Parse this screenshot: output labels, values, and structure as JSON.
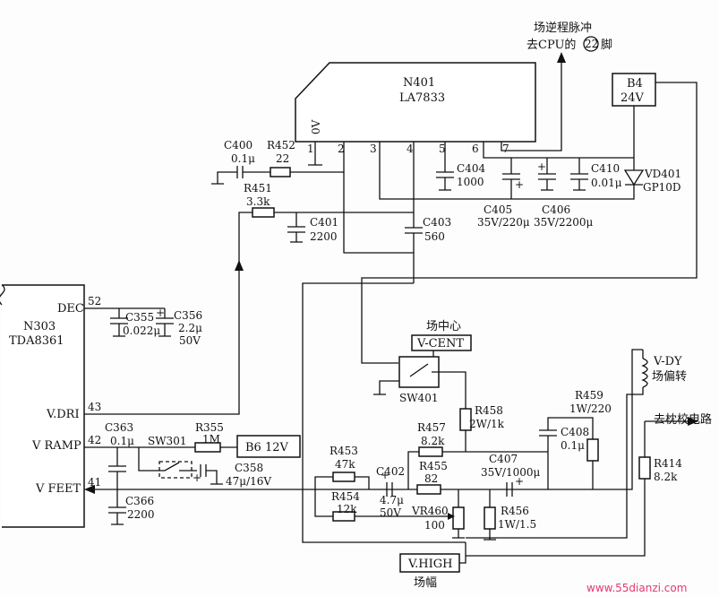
{
  "ic_n401": {
    "ref": "N401",
    "part": "LA7833",
    "pin_0v": "0V",
    "pins": [
      "1",
      "2",
      "3",
      "4",
      "5",
      "6",
      "7"
    ]
  },
  "ic_n303": {
    "ref": "N303",
    "part": "TDA8361",
    "pins": {
      "dec": "DEC",
      "dec_num": "52",
      "vdri": "V.DRI",
      "vdri_num": "43",
      "vramp": "V RAMP",
      "vramp_num": "42",
      "vfeet": "V FEET",
      "vfeet_num": "41"
    }
  },
  "top_note": {
    "line1": "场逆程脉冲",
    "line2": "去CPU的",
    "pin": "22",
    "line2_tail": "脚"
  },
  "b4": {
    "ref": "B4",
    "val": "24V"
  },
  "b6": {
    "text": "B6 12V"
  },
  "vd401": {
    "ref": "VD401",
    "part": "GP10D"
  },
  "c400": {
    "ref": "C400",
    "val": "0.1μ"
  },
  "r452": {
    "ref": "R452",
    "val": "22"
  },
  "r451": {
    "ref": "R451",
    "val": "3.3k"
  },
  "c401": {
    "ref": "C401",
    "val": "2200"
  },
  "c403": {
    "ref": "C403",
    "val": "560"
  },
  "c404": {
    "ref": "C404",
    "val": "1000"
  },
  "c405": {
    "ref": "C405",
    "val": "35V/220μ"
  },
  "c406": {
    "ref": "C406",
    "val": "35V/2200μ"
  },
  "c410": {
    "ref": "C410",
    "val": "0.01μ"
  },
  "c355": {
    "ref": "C355",
    "val": "0.022μ"
  },
  "c356": {
    "ref": "C356",
    "val1": "2.2μ",
    "val2": "50V"
  },
  "vcent": {
    "cn": "场中心",
    "en": "V-CENT"
  },
  "sw401": {
    "ref": "SW401"
  },
  "r458": {
    "ref": "R458",
    "val": "2W/1k"
  },
  "r459": {
    "ref": "R459",
    "val": "1W/220"
  },
  "vdy": {
    "en": "V-DY",
    "cn": "场偏转"
  },
  "to_pincushion": {
    "text": "去枕校电路"
  },
  "r457": {
    "ref": "R457",
    "val": "8.2k"
  },
  "c408": {
    "ref": "C408",
    "val": "0.1μ"
  },
  "c407": {
    "ref": "C407",
    "val": "35V/1000μ"
  },
  "r414": {
    "ref": "R414",
    "val": "8.2k"
  },
  "c363": {
    "ref": "C363",
    "val": "0.1μ"
  },
  "sw301": {
    "ref": "SW301"
  },
  "r355": {
    "ref": "R355",
    "val": "1M"
  },
  "c358": {
    "ref": "C358",
    "val": "47μ/16V"
  },
  "c366": {
    "ref": "C366",
    "val": "2200"
  },
  "r453": {
    "ref": "R453",
    "val": "47k"
  },
  "r454": {
    "ref": "R454",
    "val": "12k"
  },
  "c402": {
    "ref": "C402",
    "val1": "4.7μ",
    "val2": "50V"
  },
  "r455": {
    "ref": "R455",
    "val": "82"
  },
  "vr460": {
    "ref": "VR460",
    "val": "100"
  },
  "r456": {
    "ref": "R456",
    "val": "1W/1.5"
  },
  "vhigh": {
    "en": "V.HIGH",
    "cn": "场幅"
  },
  "watermark": {
    "text": "www.55dianzi.com"
  }
}
